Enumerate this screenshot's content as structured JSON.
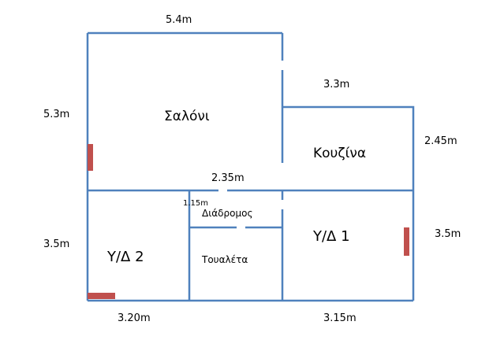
{
  "colors": {
    "wall": "#4f81bd",
    "radiator": "#c0504d"
  },
  "rooms": {
    "living": "Σαλόνι",
    "kitchen": "Κουζίνα",
    "bedroom1": "Υ/Δ 1",
    "bedroom2": "Υ/Δ 2",
    "corridor": "Διάδρομος",
    "toilet": "Τουαλέτα"
  },
  "dimensions": {
    "living_width": "5.4m",
    "living_height": "5.3m",
    "kitchen_top": "3.3m",
    "kitchen_height": "2.45m",
    "corridor_length": "2.35m",
    "corridor_width": "1.15m",
    "bedroom2_height": "3.5m",
    "bedroom1_height": "3.5m",
    "bedroom2_width": "3.20m",
    "bedroom1_width": "3.15m"
  }
}
